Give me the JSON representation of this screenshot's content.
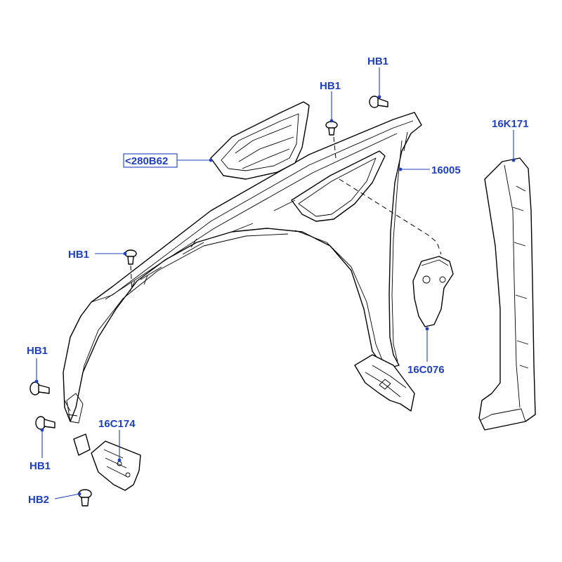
{
  "colors": {
    "callout_text": "#1f3fbf",
    "leader_line": "#1f3fbf",
    "line_art": "#000000",
    "background": "#ffffff"
  },
  "callouts": {
    "hb1_top_right": "HB1",
    "hb1_top_center": "HB1",
    "part_280b62": "<280B62",
    "part_16005": "16005",
    "part_16k171": "16K171",
    "hb1_middle_left": "HB1",
    "hb1_lower_left": "HB1",
    "hb1_bottom_left": "HB1",
    "part_16c174": "16C174",
    "part_16c076": "16C076",
    "hb2_bottom": "HB2"
  }
}
